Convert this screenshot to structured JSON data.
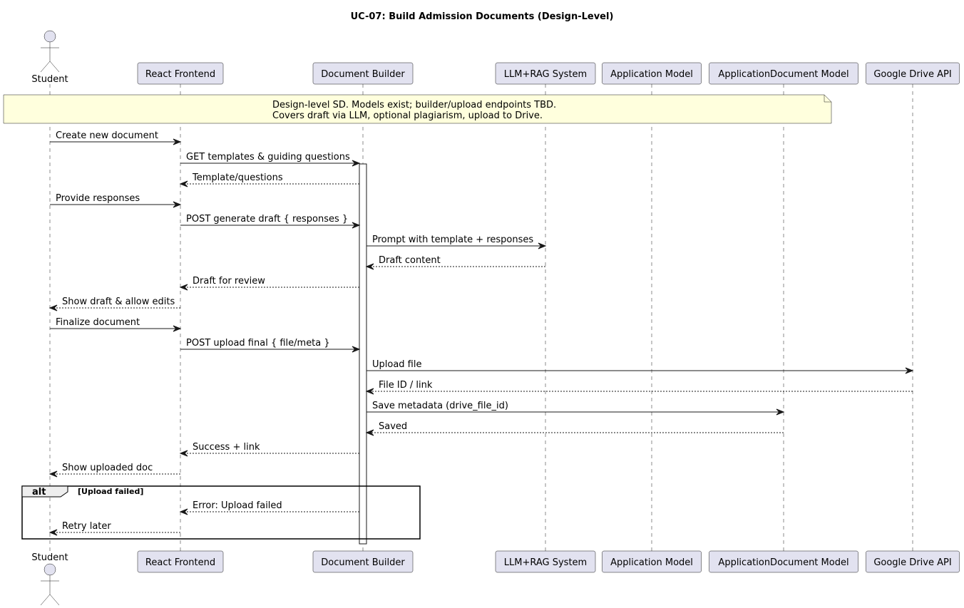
{
  "title": "UC-07: Build Admission Documents (Design-Level)",
  "participants": [
    {
      "id": "student",
      "label": "Student",
      "kind": "actor"
    },
    {
      "id": "frontend",
      "label": "React Frontend",
      "kind": "participant"
    },
    {
      "id": "builder",
      "label": "Document Builder",
      "kind": "participant"
    },
    {
      "id": "llm",
      "label": "LLM+RAG System",
      "kind": "participant"
    },
    {
      "id": "appmodel",
      "label": "Application Model",
      "kind": "participant"
    },
    {
      "id": "appdocmodel",
      "label": "ApplicationDocument Model",
      "kind": "participant"
    },
    {
      "id": "drive",
      "label": "Google Drive API",
      "kind": "participant"
    }
  ],
  "note": {
    "lines": [
      "Design-level SD. Models exist; builder/upload endpoints TBD.",
      "Covers draft via LLM, optional plagiarism, upload to Drive."
    ]
  },
  "messages": [
    {
      "from": "student",
      "to": "frontend",
      "label": "Create new document",
      "style": "sync"
    },
    {
      "from": "frontend",
      "to": "builder",
      "label": "GET templates & guiding questions",
      "style": "sync"
    },
    {
      "from": "builder",
      "to": "frontend",
      "label": "Template/questions",
      "style": "return"
    },
    {
      "from": "student",
      "to": "frontend",
      "label": "Provide responses",
      "style": "sync"
    },
    {
      "from": "frontend",
      "to": "builder",
      "label": "POST generate draft { responses }",
      "style": "sync"
    },
    {
      "from": "builder",
      "to": "llm",
      "label": "Prompt with template + responses",
      "style": "sync"
    },
    {
      "from": "llm",
      "to": "builder",
      "label": "Draft content",
      "style": "return"
    },
    {
      "from": "builder",
      "to": "frontend",
      "label": "Draft for review",
      "style": "return"
    },
    {
      "from": "frontend",
      "to": "student",
      "label": "Show draft & allow edits",
      "style": "return"
    },
    {
      "from": "student",
      "to": "frontend",
      "label": "Finalize document",
      "style": "sync"
    },
    {
      "from": "frontend",
      "to": "builder",
      "label": "POST upload final { file/meta }",
      "style": "sync"
    },
    {
      "from": "builder",
      "to": "drive",
      "label": "Upload file",
      "style": "sync"
    },
    {
      "from": "drive",
      "to": "builder",
      "label": "File ID / link",
      "style": "return"
    },
    {
      "from": "builder",
      "to": "appdocmodel",
      "label": "Save metadata (drive_file_id)",
      "style": "sync"
    },
    {
      "from": "appdocmodel",
      "to": "builder",
      "label": "Saved",
      "style": "return"
    },
    {
      "from": "builder",
      "to": "frontend",
      "label": "Success + link",
      "style": "return"
    },
    {
      "from": "frontend",
      "to": "student",
      "label": "Show uploaded doc",
      "style": "return"
    },
    {
      "from": "builder",
      "to": "frontend",
      "label": "Error: Upload failed",
      "style": "return"
    },
    {
      "from": "frontend",
      "to": "student",
      "label": "Retry later",
      "style": "return"
    }
  ],
  "fragment": {
    "operator": "alt",
    "condition": "[Upload failed]"
  },
  "colors": {
    "participant_fill": "#e2e2f0",
    "note_fill": "#ffffdd",
    "line": "#181818"
  }
}
